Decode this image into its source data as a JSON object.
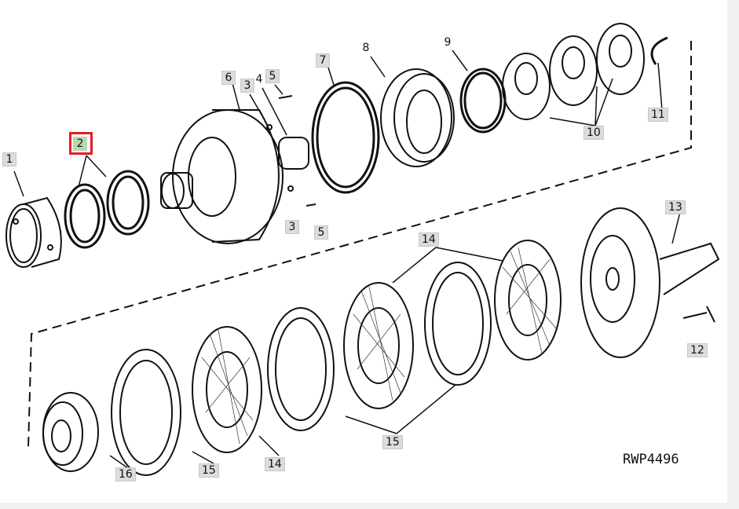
{
  "diagram_code": "RWP4496",
  "selected_callout": "2",
  "callouts": [
    {
      "id": "c1",
      "label": "1"
    },
    {
      "id": "c2",
      "label": "2"
    },
    {
      "id": "c3a",
      "label": "3"
    },
    {
      "id": "c3b",
      "label": "3"
    },
    {
      "id": "c4",
      "label": "4"
    },
    {
      "id": "c5a",
      "label": "5"
    },
    {
      "id": "c5b",
      "label": "5"
    },
    {
      "id": "c6",
      "label": "6"
    },
    {
      "id": "c7",
      "label": "7"
    },
    {
      "id": "c8",
      "label": "8"
    },
    {
      "id": "c9",
      "label": "9"
    },
    {
      "id": "c10",
      "label": "10"
    },
    {
      "id": "c11",
      "label": "11"
    },
    {
      "id": "c12",
      "label": "12"
    },
    {
      "id": "c13",
      "label": "13"
    },
    {
      "id": "c14a",
      "label": "14"
    },
    {
      "id": "c14b",
      "label": "14"
    },
    {
      "id": "c15a",
      "label": "15"
    },
    {
      "id": "c15b",
      "label": "15"
    },
    {
      "id": "c16",
      "label": "16"
    }
  ],
  "colors": {
    "selected_fill": "#b8d8a8",
    "selected_border": "#e02020",
    "label_fill": "#dcdcdc"
  }
}
